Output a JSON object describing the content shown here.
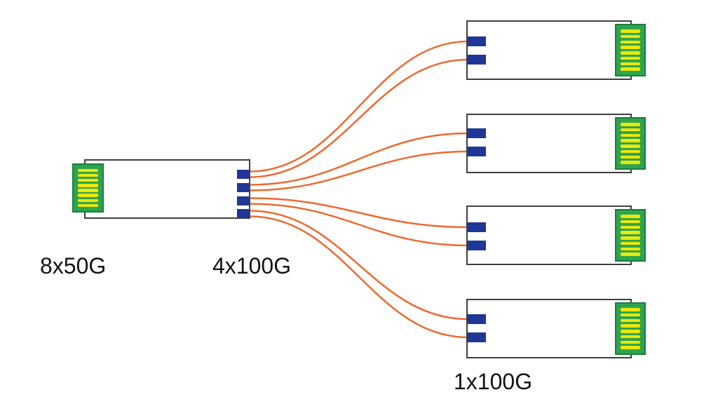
{
  "diagram": {
    "type": "network-breakout-cable-diagram",
    "labels": {
      "left_module": "8x50G",
      "breakout_cable": "4x100G",
      "right_modules": "1x100G"
    },
    "colors": {
      "cable_orange": "#ED6A2F",
      "port_navy": "#1E3796",
      "connector_green": "#2EA44F",
      "connector_green_dark": "#1B7E3C",
      "stripe_yellow": "#EDE70A",
      "module_border": "#3F3F3F",
      "background": "#FFFFFF",
      "text": "#141414"
    },
    "connector_stripes": 8,
    "left_module": {
      "label": "8x50G",
      "port_count": 4,
      "connector_stripes": 8
    },
    "right_modules": [
      {
        "id": 1,
        "label": "1x100G",
        "port_count": 2,
        "connector_stripes": 8
      },
      {
        "id": 2,
        "label": "1x100G",
        "port_count": 2,
        "connector_stripes": 8
      },
      {
        "id": 3,
        "label": "1x100G",
        "port_count": 2,
        "connector_stripes": 8
      },
      {
        "id": 4,
        "label": "1x100G",
        "port_count": 2,
        "connector_stripes": 8
      }
    ],
    "cables": {
      "count": 8,
      "pairs": 4,
      "connections": [
        {
          "from_port": 1,
          "to_module": 1,
          "to_port": 1
        },
        {
          "from_port": 1,
          "to_module": 1,
          "to_port": 2
        },
        {
          "from_port": 2,
          "to_module": 2,
          "to_port": 1
        },
        {
          "from_port": 2,
          "to_module": 2,
          "to_port": 2
        },
        {
          "from_port": 3,
          "to_module": 3,
          "to_port": 1
        },
        {
          "from_port": 3,
          "to_module": 3,
          "to_port": 2
        },
        {
          "from_port": 4,
          "to_module": 4,
          "to_port": 1
        },
        {
          "from_port": 4,
          "to_module": 4,
          "to_port": 2
        }
      ]
    }
  }
}
